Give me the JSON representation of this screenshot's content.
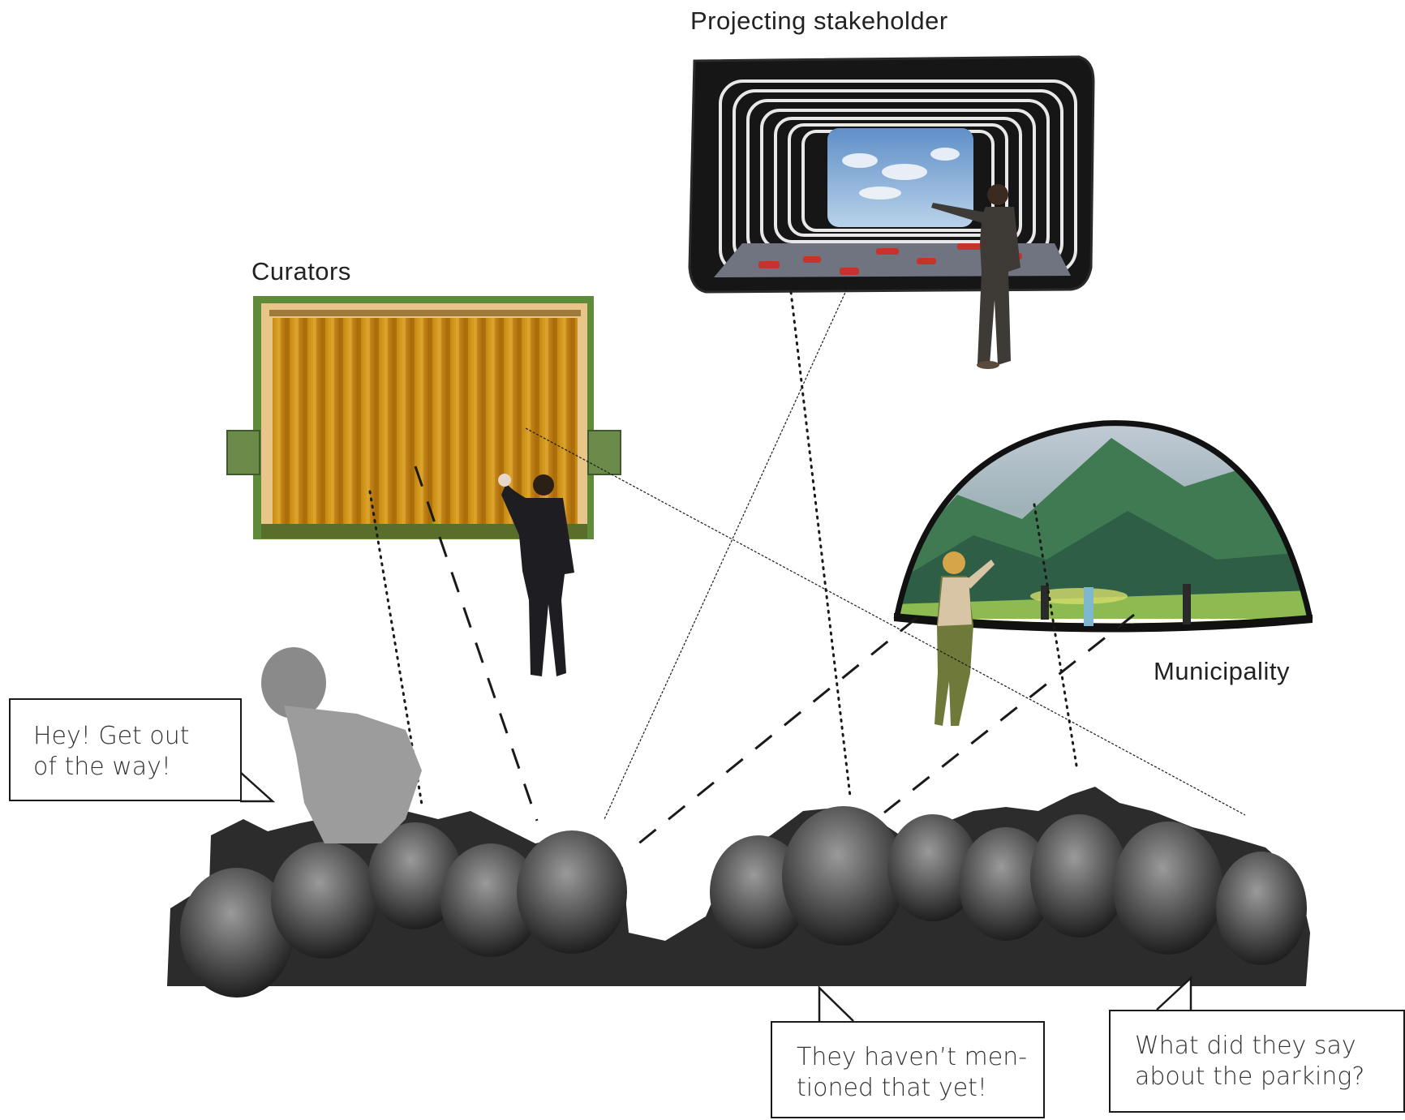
{
  "labels": {
    "projecting": "Projecting stakeholder",
    "curators": "Curators",
    "municipality": "Municipality"
  },
  "bubbles": {
    "left": {
      "line1": "Hey! Get out",
      "line2": "of the way!"
    },
    "mid": {
      "line1": "They haven’t men-",
      "line2": "tioned that yet!"
    },
    "right": {
      "line1": "What did they say",
      "line2": "about the parking?"
    }
  },
  "colors": {
    "curtain": "#c58a12",
    "curtain_frame": "#5f8a3a",
    "proscenium_dark": "#1b1b1b",
    "sky": "#8fb6dd",
    "mountain": "#3f7a52",
    "meadow": "#8dbb52",
    "crowd": "#3c3c3c"
  }
}
